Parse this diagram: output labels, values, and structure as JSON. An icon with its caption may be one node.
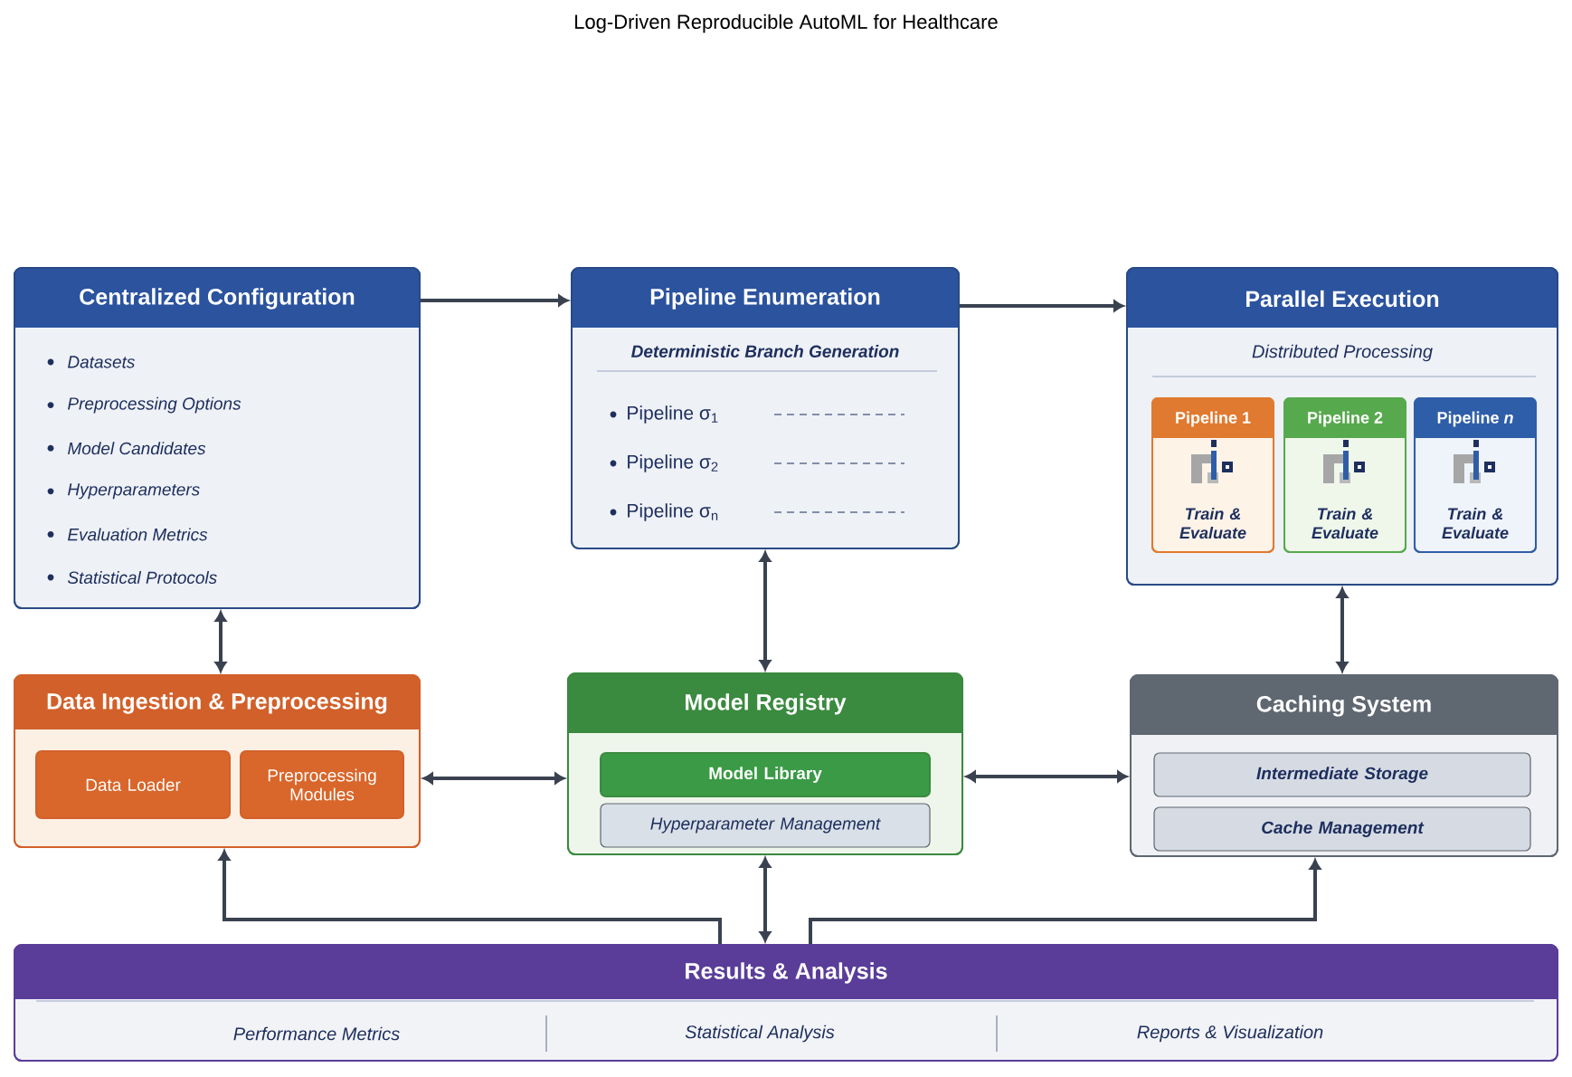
{
  "diagram": {
    "title": "Log-Driven Reproducible AutoML for Healthcare",
    "nodes": [
      {
        "text": [
          "Centralized Configuration",
          "Datasets",
          "Preprocessing Options",
          "Model Candidates",
          "Hyperparameters",
          "Evaluation Metrics",
          "Statistical Protocols"
        ]
      },
      {
        "text": [
          "Pipeline Enumeration",
          "Deterministic Branch Generation",
          "Pipeline σ$_{1}$",
          "Pipeline σ$_{2}$",
          "Pipeline σ$_{n}$"
        ]
      },
      {
        "text": [
          "Parallel Execution",
          "Distributed Processing"
        ]
      },
      {
        "text": [
          "Pipeline 1",
          "Train & Evaluate"
        ],
        "in": 2
      },
      {
        "text": [
          "Pipeline 2",
          "Train & Evaluate"
        ],
        "in": 2
      },
      {
        "text": [
          "Pipeline *n*",
          "Train & Evaluate"
        ],
        "in": 2
      },
      {
        "text": [
          "Data Ingestion & Preprocessing"
        ]
      },
      {
        "text": [
          "Data Loader"
        ],
        "in": 6
      },
      {
        "text": [
          "Preprocessing Modules"
        ],
        "in": 6
      },
      {
        "text": [
          "Model Registry"
        ]
      },
      {
        "text": [
          "Model Library"
        ],
        "in": 9
      },
      {
        "text": [
          "Hyperparameter Management"
        ],
        "in": 9
      },
      {
        "text": [
          "Caching System"
        ]
      },
      {
        "text": [
          "Intermediate Storage"
        ],
        "in": 12
      },
      {
        "text": [
          "Cache Management"
        ],
        "in": 12
      },
      {
        "text": [
          "Results & Analysis",
          "Performance Metrics",
          "Statistical Analysis",
          "Reports & Visualization"
        ]
      }
    ],
    "edges": [
      {
        "from": 0,
        "to": 1,
        "arrow": "to"
      },
      {
        "from": 1,
        "to": 2,
        "arrow": "to"
      },
      {
        "from": 0,
        "to": 6,
        "arrow": "both"
      },
      {
        "from": 1,
        "to": 9,
        "arrow": "both"
      },
      {
        "from": 2,
        "to": 12,
        "arrow": "both"
      },
      {
        "from": 6,
        "to": 9,
        "arrow": "both"
      },
      {
        "from": 9,
        "to": 12,
        "arrow": "both"
      },
      {
        "from": 15,
        "to": 6,
        "arrow": "to"
      },
      {
        "from": 15,
        "to": 9,
        "arrow": "both"
      },
      {
        "from": 15,
        "to": 12,
        "arrow": "to"
      }
    ]
  }
}
